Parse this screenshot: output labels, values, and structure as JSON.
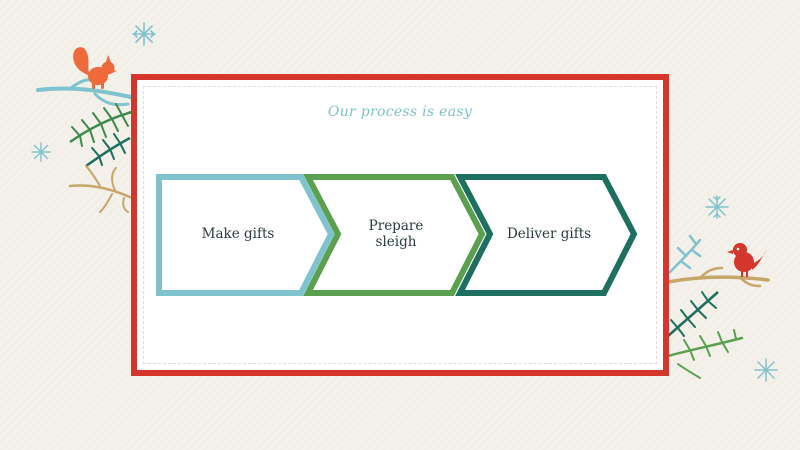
{
  "slide": {
    "title": "Our process is easy",
    "steps": [
      {
        "label": "Make gifts",
        "color": "#7ec3cd"
      },
      {
        "label": "Prepare sleigh",
        "color": "#5aa04e"
      },
      {
        "label": "Deliver gifts",
        "color": "#1d6f5f"
      }
    ]
  },
  "colors": {
    "frame": "#d4362b",
    "title": "#7ec3c6",
    "squirrel": "#ee6a3b",
    "bird": "#d4362b",
    "branch_teal": "#7ec3cd",
    "branch_green": "#3e8a4a",
    "branch_tan": "#c7a66a",
    "snowflake": "#7ec3cd"
  },
  "decorations": [
    "squirrel-icon",
    "bird-icon",
    "snowflake-icon",
    "pine-branch-icon"
  ]
}
